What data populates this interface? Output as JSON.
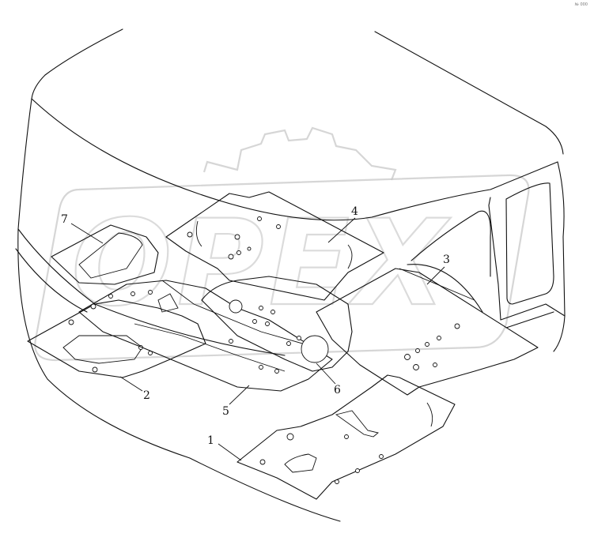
{
  "corner_mark": "№ 000",
  "watermark_text": "OPEX",
  "callouts": [
    {
      "id": "1",
      "label": "1"
    },
    {
      "id": "2",
      "label": "2"
    },
    {
      "id": "3",
      "label": "3"
    },
    {
      "id": "4",
      "label": "4"
    },
    {
      "id": "5",
      "label": "5"
    },
    {
      "id": "6",
      "label": "6"
    },
    {
      "id": "7",
      "label": "7"
    }
  ]
}
